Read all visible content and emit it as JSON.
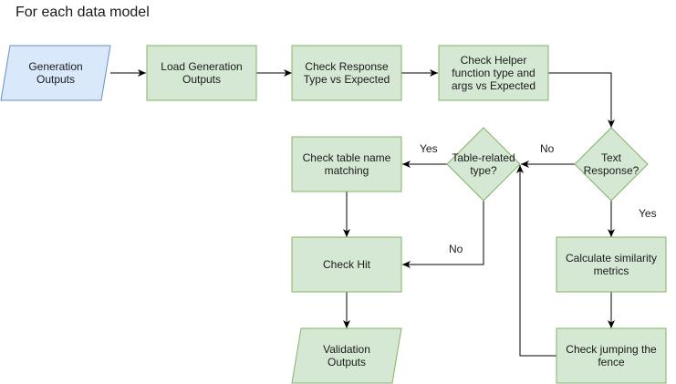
{
  "diagram": {
    "title": "For each data model",
    "colors": {
      "process_fill": "#d5e8d4",
      "process_stroke": "#82b366",
      "input_fill": "#dae8fc",
      "input_stroke": "#6c8ebf",
      "edge": "#000000"
    },
    "nodes": {
      "generation_outputs": {
        "lines": [
          "Generation",
          "Outputs"
        ],
        "shape": "parallelogram",
        "style": "input"
      },
      "load_generation_outputs": {
        "lines": [
          "Load Generation",
          "Outputs"
        ],
        "shape": "rectangle",
        "style": "process"
      },
      "check_response_type": {
        "lines": [
          "Check Response",
          "Type vs Expected"
        ],
        "shape": "rectangle",
        "style": "process"
      },
      "check_helper_function": {
        "lines": [
          "Check Helper",
          "function type and",
          "args vs Expected"
        ],
        "shape": "rectangle",
        "style": "process"
      },
      "text_response": {
        "lines": [
          "Text",
          "Response?"
        ],
        "shape": "diamond",
        "style": "process"
      },
      "table_related_type": {
        "lines": [
          "Table-related",
          "type?"
        ],
        "shape": "diamond",
        "style": "process"
      },
      "check_table_name": {
        "lines": [
          "Check table name",
          "matching"
        ],
        "shape": "rectangle",
        "style": "process"
      },
      "check_hit": {
        "lines": [
          "Check Hit"
        ],
        "shape": "rectangle",
        "style": "process"
      },
      "validation_outputs": {
        "lines": [
          "Validation",
          "Outputs"
        ],
        "shape": "parallelogram",
        "style": "process"
      },
      "calculate_similarity": {
        "lines": [
          "Calculate similarity",
          "metrics"
        ],
        "shape": "rectangle",
        "style": "process"
      },
      "check_jumping_fence": {
        "lines": [
          "Check jumping the",
          "fence"
        ],
        "shape": "rectangle",
        "style": "process"
      }
    },
    "edges": [
      {
        "from": "generation_outputs",
        "to": "load_generation_outputs",
        "label": ""
      },
      {
        "from": "load_generation_outputs",
        "to": "check_response_type",
        "label": ""
      },
      {
        "from": "check_response_type",
        "to": "check_helper_function",
        "label": ""
      },
      {
        "from": "check_helper_function",
        "to": "text_response",
        "label": ""
      },
      {
        "from": "text_response",
        "to": "table_related_type",
        "label": "No"
      },
      {
        "from": "text_response",
        "to": "calculate_similarity",
        "label": "Yes"
      },
      {
        "from": "table_related_type",
        "to": "check_table_name",
        "label": "Yes"
      },
      {
        "from": "table_related_type",
        "to": "check_hit",
        "label": "No"
      },
      {
        "from": "check_table_name",
        "to": "check_hit",
        "label": ""
      },
      {
        "from": "check_hit",
        "to": "validation_outputs",
        "label": ""
      },
      {
        "from": "calculate_similarity",
        "to": "check_jumping_fence",
        "label": ""
      },
      {
        "from": "check_jumping_fence",
        "to": "table_related_type",
        "label": ""
      }
    ]
  }
}
